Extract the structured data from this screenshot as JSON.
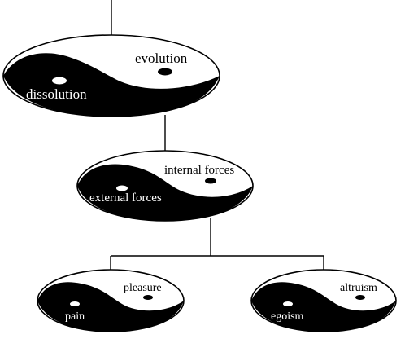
{
  "labels": {
    "evolution": "evolution",
    "dissolution": "dissolution",
    "internal_forces": "internal forces",
    "external_forces": "external forces",
    "pleasure": "pleasure",
    "pain": "pain",
    "altruism": "altruism",
    "egoism": "egoism"
  },
  "colors": {
    "ink": "#000000",
    "paper": "#ffffff"
  }
}
